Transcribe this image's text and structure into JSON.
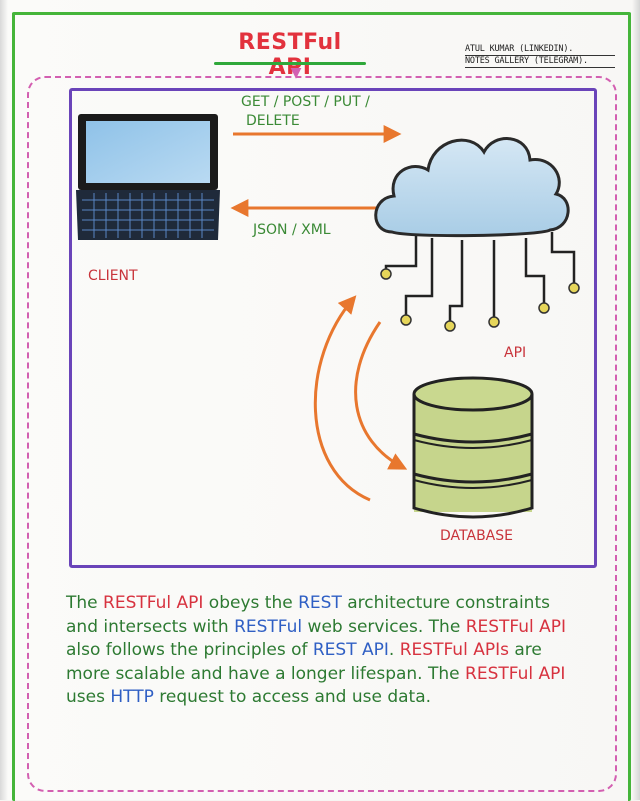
{
  "header": {
    "title": "RESTFul API",
    "credit_line1": "ATUL KUMAR (LINKEDIN).",
    "credit_line2": "NOTES GALLERY (TELEGRAM)."
  },
  "diagram": {
    "request_label_line1": "GET / POST / PUT /",
    "request_label_line2": "DELETE",
    "response_label": "JSON / XML",
    "client_label": "CLIENT",
    "api_label": "API",
    "database_label": "DATABASE"
  },
  "description": {
    "segments": [
      {
        "text": "The ",
        "color": "green"
      },
      {
        "text": "RESTFul API",
        "color": "red"
      },
      {
        "text": " obeys the ",
        "color": "green"
      },
      {
        "text": "REST",
        "color": "blue"
      },
      {
        "text": " architecture constraints and intersects with ",
        "color": "green"
      },
      {
        "text": "RESTFul",
        "color": "blue"
      },
      {
        "text": " web services. The ",
        "color": "green"
      },
      {
        "text": "RESTFul API",
        "color": "red"
      },
      {
        "text": " also follows the principles of ",
        "color": "green"
      },
      {
        "text": "REST API",
        "color": "blue"
      },
      {
        "text": ". ",
        "color": "green"
      },
      {
        "text": "RESTFul APIs",
        "color": "red"
      },
      {
        "text": " are more scalable and have a longer lifespan. The ",
        "color": "green"
      },
      {
        "text": "RESTFul API",
        "color": "red"
      },
      {
        "text": " uses ",
        "color": "green"
      },
      {
        "text": "HTTP",
        "color": "blue"
      },
      {
        "text": " request to access and use data.",
        "color": "green"
      }
    ]
  },
  "colors": {
    "outer_border": "#45b53a",
    "dashed_border": "#d35fb1",
    "panel_border": "#6a44b9",
    "arrow": "#e8772e",
    "title": "#e2323d",
    "green_text": "#2d7a32",
    "red_text": "#d7323f",
    "blue_text": "#2f5fc4"
  },
  "icons": {
    "client": "laptop-icon",
    "api": "cloud-icon",
    "database": "database-icon"
  }
}
